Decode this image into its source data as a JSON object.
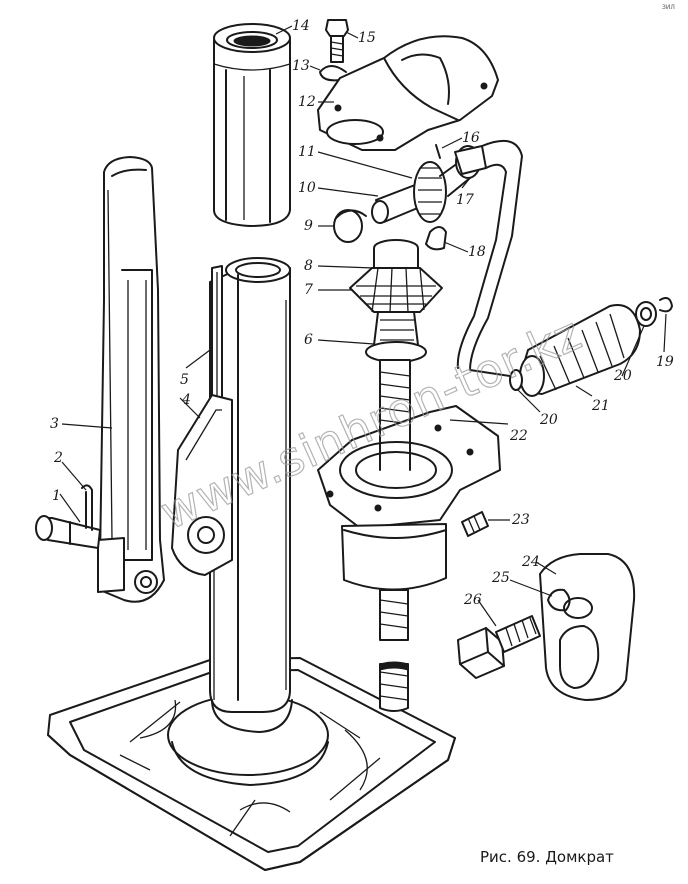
{
  "caption": "Рис. 69. Домкрат",
  "corner_mark": "ЗИЛ",
  "watermark": "www.sinhron-tor.kz",
  "callouts": [
    {
      "id": "1",
      "text": "1"
    },
    {
      "id": "2",
      "text": "2"
    },
    {
      "id": "3",
      "text": "3"
    },
    {
      "id": "4",
      "text": "4"
    },
    {
      "id": "5",
      "text": "5"
    },
    {
      "id": "6",
      "text": "6"
    },
    {
      "id": "7",
      "text": "7"
    },
    {
      "id": "8",
      "text": "8"
    },
    {
      "id": "9",
      "text": "9"
    },
    {
      "id": "10",
      "text": "10"
    },
    {
      "id": "11",
      "text": "11"
    },
    {
      "id": "12",
      "text": "12"
    },
    {
      "id": "13",
      "text": "13"
    },
    {
      "id": "14",
      "text": "14"
    },
    {
      "id": "15",
      "text": "15"
    },
    {
      "id": "16",
      "text": "16"
    },
    {
      "id": "17",
      "text": "17"
    },
    {
      "id": "18",
      "text": "18"
    },
    {
      "id": "19",
      "text": "19"
    },
    {
      "id": "20a",
      "text": "20"
    },
    {
      "id": "20b",
      "text": "20"
    },
    {
      "id": "21",
      "text": "21"
    },
    {
      "id": "22",
      "text": "22"
    },
    {
      "id": "23",
      "text": "23"
    },
    {
      "id": "24",
      "text": "24"
    },
    {
      "id": "25",
      "text": "25"
    },
    {
      "id": "26",
      "text": "26"
    }
  ]
}
